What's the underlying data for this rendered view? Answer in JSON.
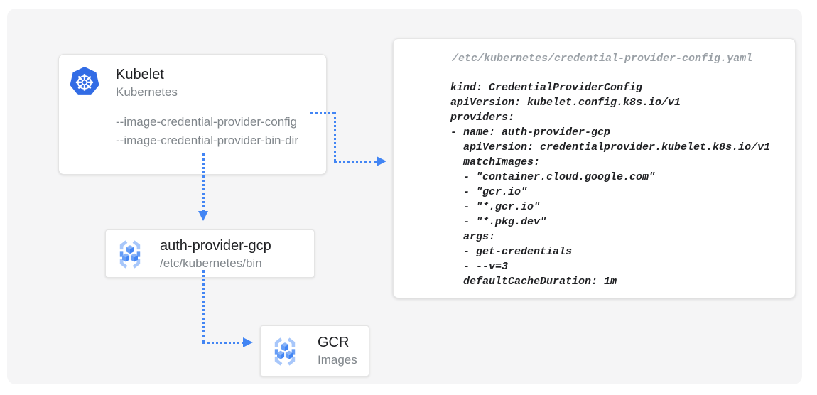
{
  "diagram": {
    "kubelet": {
      "title": "Kubelet",
      "subtitle": "Kubernetes",
      "flags": [
        "--image-credential-provider-config",
        "--image-credential-provider-bin-dir"
      ]
    },
    "auth_provider": {
      "title": "auth-provider-gcp",
      "subtitle": "/etc/kubernetes/bin"
    },
    "gcr": {
      "title": "GCR",
      "subtitle": "Images"
    },
    "config_file": {
      "filename": "/etc/kubernetes/credential-provider-config.yaml",
      "code_lines": [
        "kind: CredentialProviderConfig",
        "apiVersion: kubelet.config.k8s.io/v1",
        "providers:",
        "- name: auth-provider-gcp",
        "  apiVersion: credentialprovider.kubelet.k8s.io/v1",
        "  matchImages:",
        "  - \"container.cloud.google.com\"",
        "  - \"gcr.io\"",
        "  - \"*.gcr.io\"",
        "  - \"*.pkg.dev\"",
        "  args:",
        "  - get-credentials",
        "  - --v=3",
        "  defaultCacheDuration: 1m"
      ]
    },
    "icons": {
      "kubernetes": "kubernetes-helm-wheel",
      "container_registry": "container-registry-cubes"
    },
    "colors": {
      "arrow_blue": "#4285f4",
      "kubernetes_blue": "#326ce5",
      "gcr_light_blue": "#a8c7fa",
      "gcr_medium_blue": "#669df6",
      "canvas_gray": "#f5f5f6"
    }
  }
}
